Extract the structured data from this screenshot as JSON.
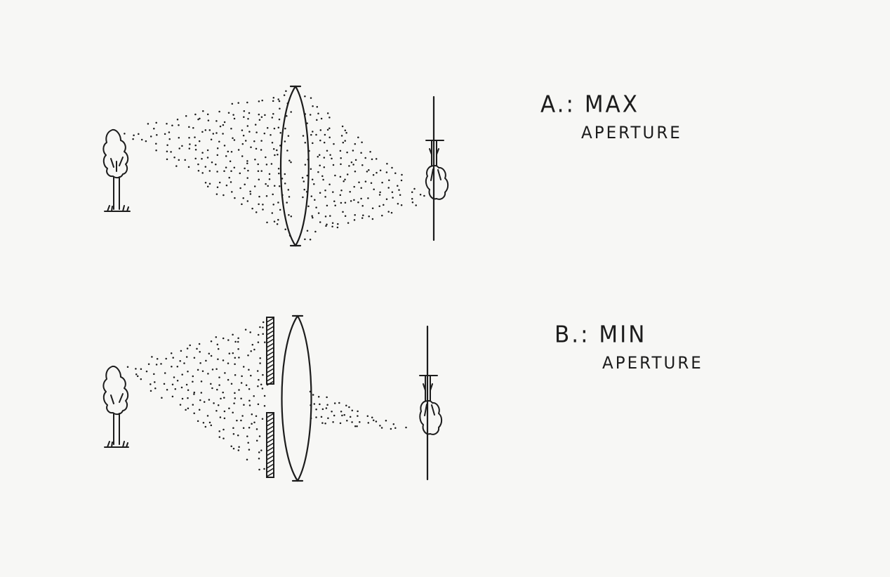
{
  "panels": [
    {
      "id": "a",
      "heading": "A.: MAX",
      "subheading": "APERTURE",
      "aperture": "max"
    },
    {
      "id": "b",
      "heading": "B.: MIN",
      "subheading": "APERTURE",
      "aperture": "min"
    }
  ],
  "colors": {
    "ink": "#1c1c1c",
    "paper": "#f7f7f5"
  }
}
